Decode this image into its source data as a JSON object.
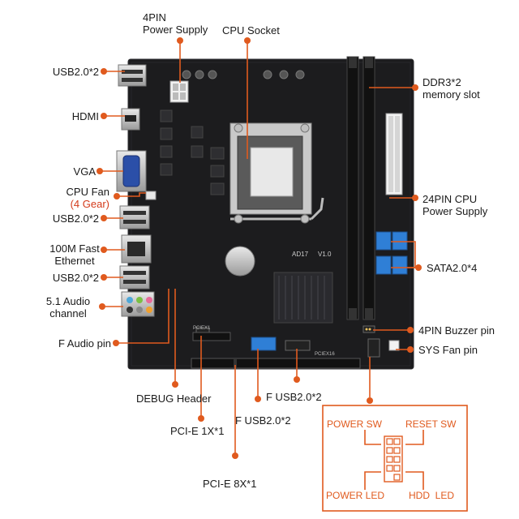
{
  "labels": {
    "pin4_power_line1": "4PIN",
    "pin4_power_line2": "Power Supply",
    "cpu_socket": "CPU Socket",
    "usb_top": "USB2.0*2",
    "hdmi": "HDMI",
    "vga": "VGA",
    "cpu_fan_line1": "CPU Fan",
    "cpu_fan_line2": "(4 Gear)",
    "usb_mid": "USB2.0*2",
    "ethernet_line1": "100M Fast",
    "ethernet_line2": "Ethernet",
    "usb_low": "USB2.0*2",
    "audio_line1": "5.1 Audio",
    "audio_line2": "channel",
    "f_audio": "F Audio pin",
    "debug": "DEBUG Header",
    "pcie1x": "PCI-E 1X*1",
    "f_usb_a": "F USB2.0*2",
    "pcie8x": "PCI-E 8X*1",
    "f_usb_b": "F USB2.0*2",
    "ddr3_line1": "DDR3*2",
    "ddr3_line2": "memory slot",
    "pin24_line1": "24PIN CPU",
    "pin24_line2": "Power Supply",
    "sata": "SATA2.0*4",
    "buzzer": "4PIN Buzzer pin",
    "sys_fan": "SYS Fan pin"
  },
  "panel": {
    "power_sw": "POWER SW",
    "reset_sw": "RESET SW",
    "power_led": "POWER LED",
    "hdd_led": "HDD  LED"
  },
  "board_print": {
    "model": "AD17",
    "version": "V1.0",
    "slot_pciex1": "PCIEX1",
    "slot_pciex16": "PCIEX16"
  },
  "colors": {
    "accent": "#e05a1e",
    "board": "#1c1c1e",
    "sata": "#2f7fd6",
    "vga": "#2b4fa8",
    "audio": "#4fa8d8"
  }
}
